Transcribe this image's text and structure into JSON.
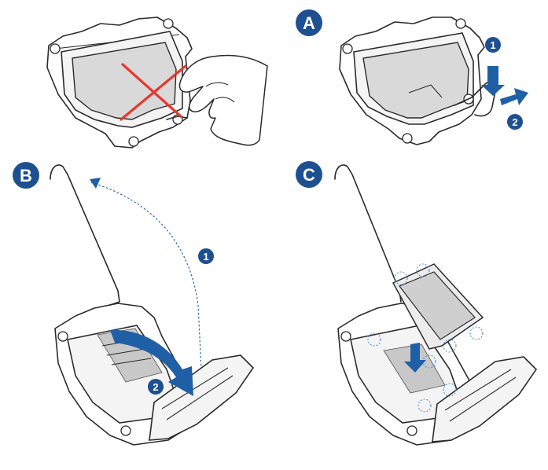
{
  "step_labels": {
    "a": "A",
    "b": "B",
    "c": "C"
  },
  "step_numbers": {
    "a_first": "1",
    "a_second": "2",
    "b_first": "1",
    "b_second": "2"
  },
  "colors": {
    "badge_fill": "#1e4f91",
    "arrow_fill": "#1f5fa5",
    "cross_red": "#e8382c",
    "dotted_blue": "#2a6ab0"
  },
  "icons": [
    "hand-icon",
    "cross-mark-icon",
    "curved-arrow-icon",
    "straight-arrow-icon"
  ]
}
